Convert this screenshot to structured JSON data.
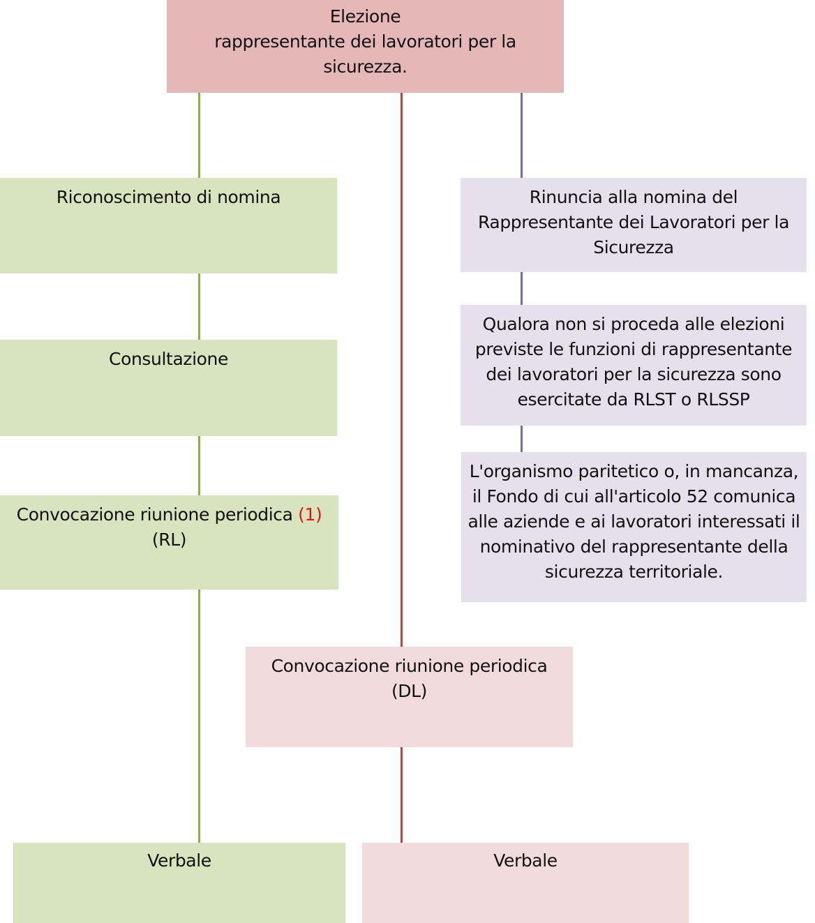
{
  "diagram": {
    "language": "it",
    "boxes": {
      "elezione": {
        "text": "Elezione\nrappresentante dei lavoratori per la\nsicurezza."
      },
      "riconoscimento": {
        "text": "Riconoscimento di nomina"
      },
      "rinuncia": {
        "text": "Rinuncia alla nomina del\nRappresentante dei Lavoratori per la\nSicurezza"
      },
      "consultazione": {
        "text": "Consultazione"
      },
      "qualora": {
        "text": "Qualora non si proceda alle elezioni\npreviste le funzioni di rappresentante\ndei lavoratori per la sicurezza sono\nesercitate da RLST o RLSSP"
      },
      "convocazione_rl": {
        "text_main": "Convocazione riunione periodica ",
        "footnote_red": "(1)",
        "text_sub": "(RL)"
      },
      "organismo": {
        "text": "L'organismo paritetico o, in mancanza,\nil Fondo di cui all'articolo 52 comunica\nalle aziende e ai lavoratori interessati il\nnominativo del rappresentante della\nsicurezza territoriale."
      },
      "convocazione_dl": {
        "text": "Convocazione riunione periodica\n(DL)"
      },
      "verbale_rl": {
        "text": "Verbale"
      },
      "verbale_dl": {
        "text": "Verbale"
      }
    },
    "colors": {
      "box_pink_dark": "#E5B8B7",
      "box_green": "#D7E4BD",
      "box_lavender": "#E5E0EC",
      "box_pink_light": "#F2DCDB",
      "line_green": "#8EAC50",
      "line_red": "#AF4B47",
      "line_purple": "#7D6BA8",
      "footnote_red": "#F01010",
      "text": "#111111",
      "background": "#FFFFFF"
    }
  }
}
